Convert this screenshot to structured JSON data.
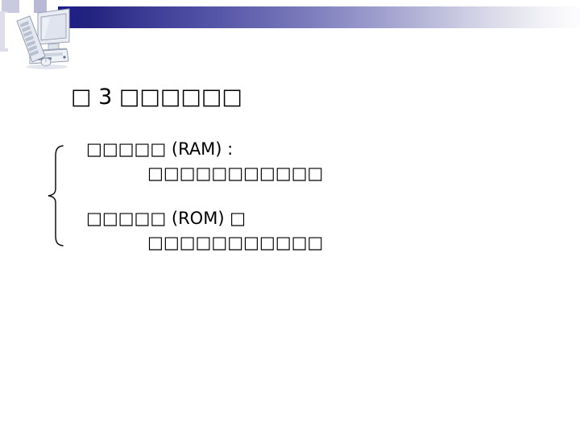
{
  "slide": {
    "title": "□ 3 □□□□□□",
    "header": {
      "gradient_from": "#1c1c8c",
      "gradient_to": "#fdfdfe",
      "decoration_color": "#c9c9e0"
    },
    "artwork": {
      "name": "desktop-computer-clipart",
      "alt": "Desktop computer with monitor, tower, keyboard and mouse"
    },
    "grouping_brace": "{",
    "items": [
      {
        "heading": "□□□□□ (RAM) :",
        "detail": "□□□□□□□□□□□"
      },
      {
        "heading": "□□□□□ (ROM) □",
        "detail": "□□□□□□□□□□□"
      }
    ]
  }
}
